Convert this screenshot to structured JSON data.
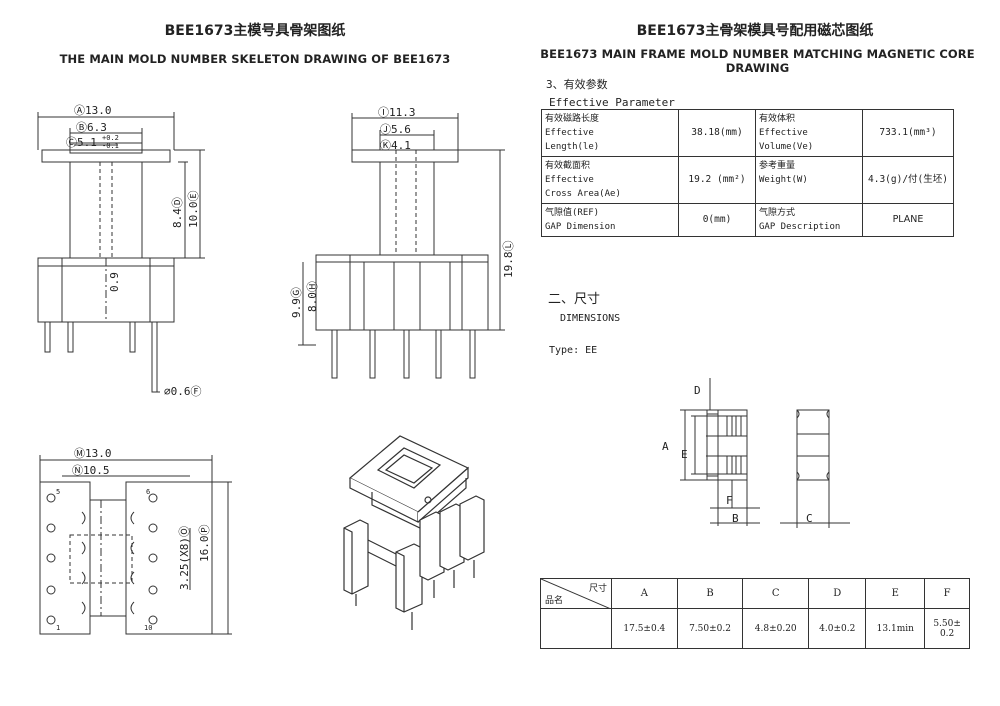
{
  "left": {
    "title": "BEE1673主模号具骨架图纸",
    "subtitle": "THE MAIN MOLD NUMBER SKELETON DRAWING OF BEE1673"
  },
  "right": {
    "title": "BEE1673主骨架模具号配用磁芯图纸",
    "subtitle": "BEE1673 MAIN FRAME MOLD NUMBER MATCHING MAGNETIC CORE DRAWING"
  },
  "params": {
    "section_heading": "3、有效参数",
    "section_heading_en": "Effective Parameter",
    "rows": [
      {
        "l_cn": "有效磁路长度",
        "l_en1": "Effective",
        "l_en2": "Length(le)",
        "l_val": "38.18(mm)",
        "r_cn": "有效体积",
        "r_en1": "Effective",
        "r_en2": "Volume(Ve)",
        "r_val": "733.1(mm³)"
      },
      {
        "l_cn": "有效截面积",
        "l_en1": "Effective",
        "l_en2": "Cross Area(Ae)",
        "l_val": "19.2 (mm²)",
        "r_cn": "参考重量",
        "r_en1": "Weight(W)",
        "r_en2": "",
        "r_val": "4.3(g)/付(生坯)"
      },
      {
        "l_cn": "气隙值(REF)",
        "l_en1": "GAP Dimension",
        "l_en2": "",
        "l_val": "0(mm)",
        "r_cn": "气隙方式",
        "r_en1": "GAP Description",
        "r_en2": "",
        "r_val": "PLANE"
      }
    ]
  },
  "dimensions": {
    "heading": "二、尺寸",
    "heading_en": "DIMENSIONS",
    "type": "Type: EE",
    "table": {
      "header_top": "尺寸",
      "header_bottom": "品名",
      "columns": [
        "A",
        "B",
        "C",
        "D",
        "E",
        "F"
      ],
      "values": [
        "17.5±0.4",
        "7.50±0.2",
        "4.8±0.20",
        "4.0±0.2",
        "13.1min",
        "5.50±\n0.2"
      ]
    }
  },
  "drawing_labels": {
    "front_width": "Ⓐ13.0",
    "front_b": "Ⓑ6.3",
    "front_c": "Ⓒ5.1",
    "front_c_tol": "+0.2",
    "front_c_tol2": "-0.1",
    "front_d": "8.4Ⓓ",
    "front_e": "10.0Ⓔ",
    "front_h": "0.9",
    "front_pin": "⌀0.6Ⓕ",
    "side_i": "Ⓘ11.3",
    "side_j": "Ⓙ5.6",
    "side_k": "Ⓚ4.1",
    "side_total": "19.8Ⓛ",
    "side_g": "9.9Ⓖ",
    "side_h": "8.0Ⓗ",
    "bottom_m": "Ⓜ13.0",
    "bottom_n": "Ⓝ10.5",
    "bottom_o": "3.25(X8)Ⓞ",
    "bottom_p": "16.0Ⓟ",
    "pin5": "5",
    "pin6": "6",
    "pin1": "1",
    "pin10": "10",
    "core_a": "A",
    "core_b": "B",
    "core_c": "C",
    "core_d": "D",
    "core_e": "E",
    "core_f": "F"
  }
}
